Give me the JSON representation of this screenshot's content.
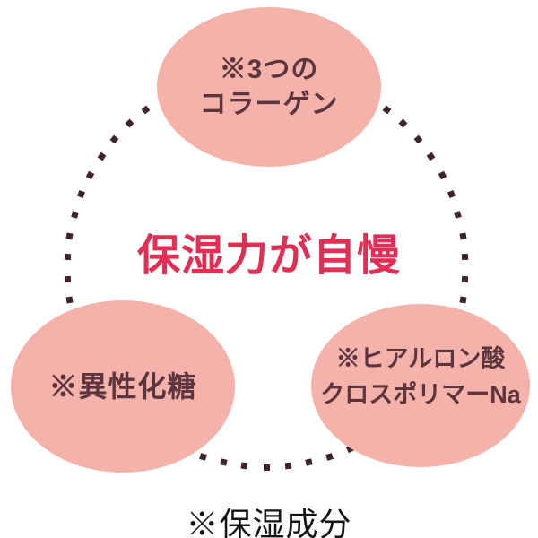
{
  "theme": {
    "background_color": "#ffffff",
    "ellipse_fill_color": "#f4b2aa",
    "ellipse_text_color": "#5c353e",
    "headline_color": "#e22d55",
    "dot_color": "#3f242a",
    "caption_color": "#141414"
  },
  "diagram": {
    "headline": "保湿力が自慢",
    "caption": "※保湿成分",
    "bubbles": [
      {
        "name": "collagen",
        "lines": [
          "※3つの",
          "コラーゲン"
        ]
      },
      {
        "name": "isomerized-sugar",
        "lines": [
          "※異性化糖"
        ]
      },
      {
        "name": "hyaluronic-acid-crosspolymer",
        "lines": [
          "※ヒアルロン酸",
          "クロスポリマーNa"
        ]
      }
    ]
  }
}
